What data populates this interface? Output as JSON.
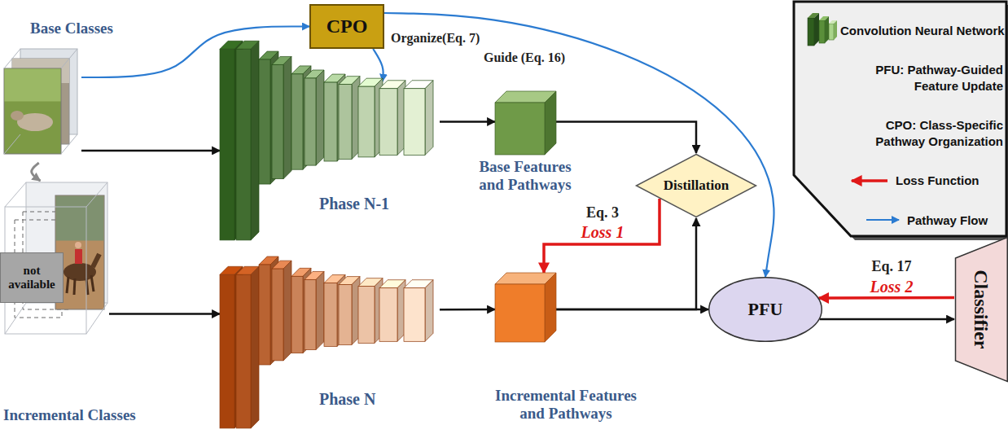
{
  "diagram": {
    "nodes": [
      {
        "text": [
          "CPO"
        ]
      },
      {
        "text": [
          "Base Classes"
        ]
      },
      {
        "text": [
          "Phase N-1"
        ]
      },
      {
        "text": [
          "Base Features and Pathways"
        ]
      },
      {
        "text": [
          "Distillation"
        ]
      },
      {
        "text": [
          "Incremental Classes"
        ]
      },
      {
        "text": [
          "not available"
        ],
        "in": 5
      },
      {
        "text": [
          "Phase N"
        ]
      },
      {
        "text": [
          "Incremental Features and Pathways"
        ]
      },
      {
        "text": [
          "PFU"
        ]
      },
      {
        "text": [
          "Classifier"
        ]
      }
    ],
    "edges": [
      {
        "from": 1,
        "to": 0,
        "arrow": "to"
      },
      {
        "from": 0,
        "to": 2,
        "label": "Organize(Eq. 7)",
        "arrow": "to"
      },
      {
        "from": 0,
        "to": 9,
        "label": "Guide (Eq. 16)",
        "arrow": "to"
      },
      {
        "from": 1,
        "to": 2,
        "arrow": "to"
      },
      {
        "from": 2,
        "to": 3,
        "arrow": "to"
      },
      {
        "from": 3,
        "to": 4,
        "arrow": "to"
      },
      {
        "from": 1,
        "to": 5,
        "arrow": "to"
      },
      {
        "from": 5,
        "to": 7,
        "arrow": "to"
      },
      {
        "from": 7,
        "to": 8,
        "arrow": "to"
      },
      {
        "from": 8,
        "to": 4,
        "arrow": "to"
      },
      {
        "from": 8,
        "to": 9,
        "arrow": "to"
      },
      {
        "from": 4,
        "to": 8,
        "label": "Loss 1",
        "arrow": "to"
      },
      {
        "from": 9,
        "to": 10,
        "arrow": "to"
      },
      {
        "from": 10,
        "to": 9,
        "label": "Loss 2",
        "arrow": "to"
      }
    ],
    "labels": [
      "Eq. 3",
      "Eq. 17"
    ],
    "legend": [
      {
        "text": "Convolution Neural Network"
      },
      {
        "text": "PFU: Pathway-Guided Feature Update"
      },
      {
        "text": "CPO: Class-Specific Pathway Organization"
      },
      {
        "text": "Loss Function"
      },
      {
        "text": "Pathway Flow"
      }
    ]
  }
}
